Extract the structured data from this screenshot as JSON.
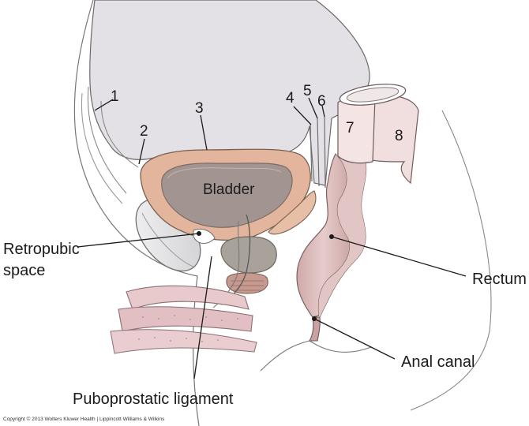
{
  "diagram": {
    "numbered_labels": [
      "1",
      "2",
      "3",
      "4",
      "5",
      "6",
      "7",
      "8"
    ],
    "labels": {
      "bladder": "Bladder",
      "retropubic_line1": "Retropubic",
      "retropubic_line2": "space",
      "rectum": "Rectum",
      "anal_canal": "Anal canal",
      "puboprostatic": "Puboprostatic ligament"
    },
    "copyright": "Copyright © 2013 Wolters Kluwer Health | Lippincott Williams & Wilkins"
  },
  "colors": {
    "peritoneum": "#e4e1e6",
    "bladder_wall": "#e3b59c",
    "bladder_lumen": "#a29591",
    "rectum": "#dfc0bf",
    "pubis": "#e9e8ea",
    "prostate": "#a9a29a",
    "penile_tissue": "#e8c9cc",
    "outline": "#555555"
  }
}
